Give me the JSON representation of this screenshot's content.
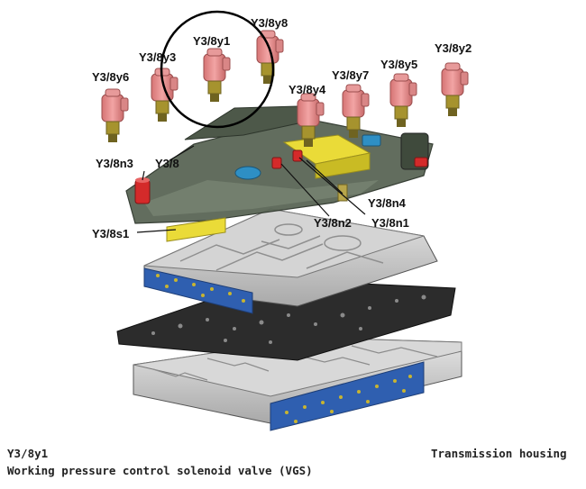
{
  "labels": {
    "y3_8y8": "Y3/8y8",
    "y3_8y1": "Y3/8y1",
    "y3_8y3": "Y3/8y3",
    "y3_8y6": "Y3/8y6",
    "y3_8y7": "Y3/8y7",
    "y3_8y5": "Y3/8y5",
    "y3_8y2": "Y3/8y2",
    "y3_8y4": "Y3/8y4",
    "y3_8n3": "Y3/8n3",
    "y3_8": "Y3/8",
    "y3_8n4": "Y3/8n4",
    "y3_8n2": "Y3/8n2",
    "y3_8n1": "Y3/8n1",
    "y3_8s1": "Y3/8s1"
  },
  "caption": {
    "code": "Y3/8y1",
    "description": "Working pressure control solenoid valve (VGS)",
    "housing": "Transmission housing"
  },
  "colors": {
    "solenoid": "#e88c8c",
    "solenoid_base": "#a6932e",
    "carrier": "#5a6656",
    "sensor_red": "#d42a2a",
    "sensor_blue": "#2e8fc4",
    "yellow_block": "#eadb38",
    "valve_body": "#cfcfcf",
    "blue_band": "#2f5fb0",
    "gasket": "#2c2c2c",
    "highlight_circle": "#000000"
  }
}
